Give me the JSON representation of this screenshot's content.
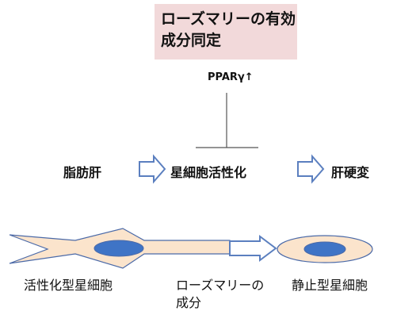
{
  "title": {
    "line1": "ローズマリーの有効",
    "line2": "成分同定"
  },
  "ppar_label": "PPARγ↑",
  "flow": {
    "step1": "脂肪肝",
    "step2": "星細胞活性化",
    "step3": "肝硬変"
  },
  "bottom": {
    "activated_label": "活性化型星細胞",
    "rosemary_line1": "ローズマリーの",
    "rosemary_line2": "成分",
    "quiescent_label": "静止型星細胞"
  },
  "colors": {
    "title_bg": "#f2d9da",
    "arrow_stroke": "#5b7fbf",
    "cell_fill": "#fbe4cc",
    "cell_stroke": "#4b6aa8",
    "nucleus_fill": "#3f74c6"
  }
}
